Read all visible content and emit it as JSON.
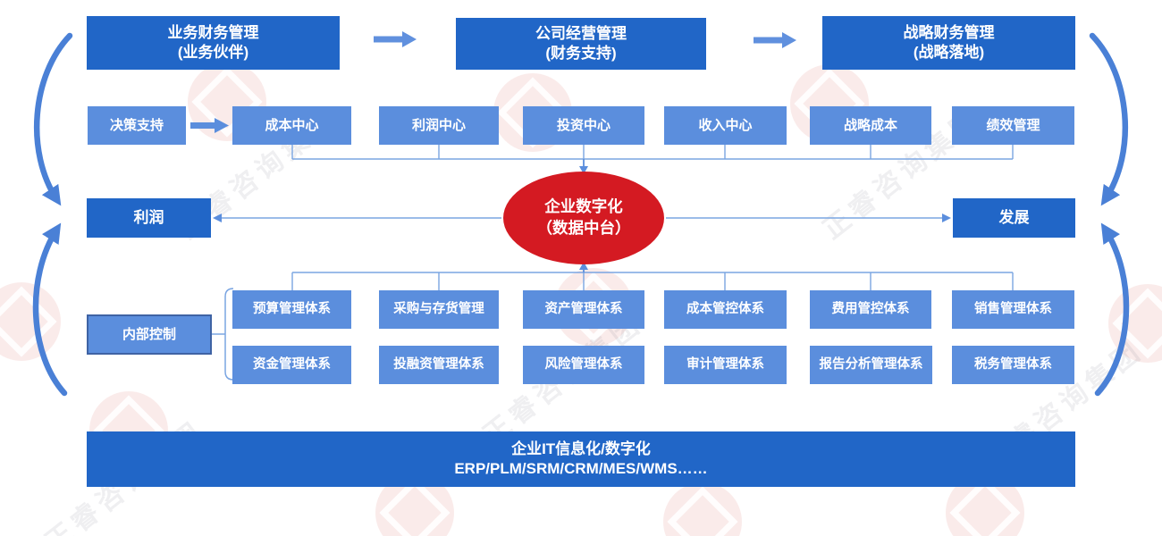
{
  "colors": {
    "primary_dark_blue": "#2166c7",
    "primary_medium_blue": "#5b8edd",
    "connector_blue": "#7aa5e2",
    "curved_arrow_blue": "#4a80d6",
    "hub_red": "#d41a22"
  },
  "top_flow": [
    {
      "line1": "业务财务管理",
      "line2": "(业务伙伴)"
    },
    {
      "line1": "公司经营管理",
      "line2": "(财务支持)"
    },
    {
      "line1": "战略财务管理",
      "line2": "(战略落地)"
    }
  ],
  "decision_support": "决策支持",
  "centers": [
    "成本中心",
    "利润中心",
    "投资中心",
    "收入中心",
    "战略成本",
    "绩效管理"
  ],
  "hub": {
    "line1": "企业数字化",
    "line2": "（数据中台）"
  },
  "left_outcome": "利润",
  "right_outcome": "发展",
  "internal_control": "内部控制",
  "systems_row1": [
    "预算管理体系",
    "采购与存货管理",
    "资产管理体系",
    "成本管控体系",
    "费用管控体系",
    "销售管理体系"
  ],
  "systems_row2": [
    "资金管理体系",
    "投融资管理体系",
    "风险管理体系",
    "审计管理体系",
    "报告分析管理体系",
    "税务管理体系"
  ],
  "it_bar": {
    "line1": "企业IT信息化/数字化",
    "line2": "ERP/PLM/SRM/CRM/MES/WMS……"
  },
  "watermark_text": "正睿咨询集团"
}
